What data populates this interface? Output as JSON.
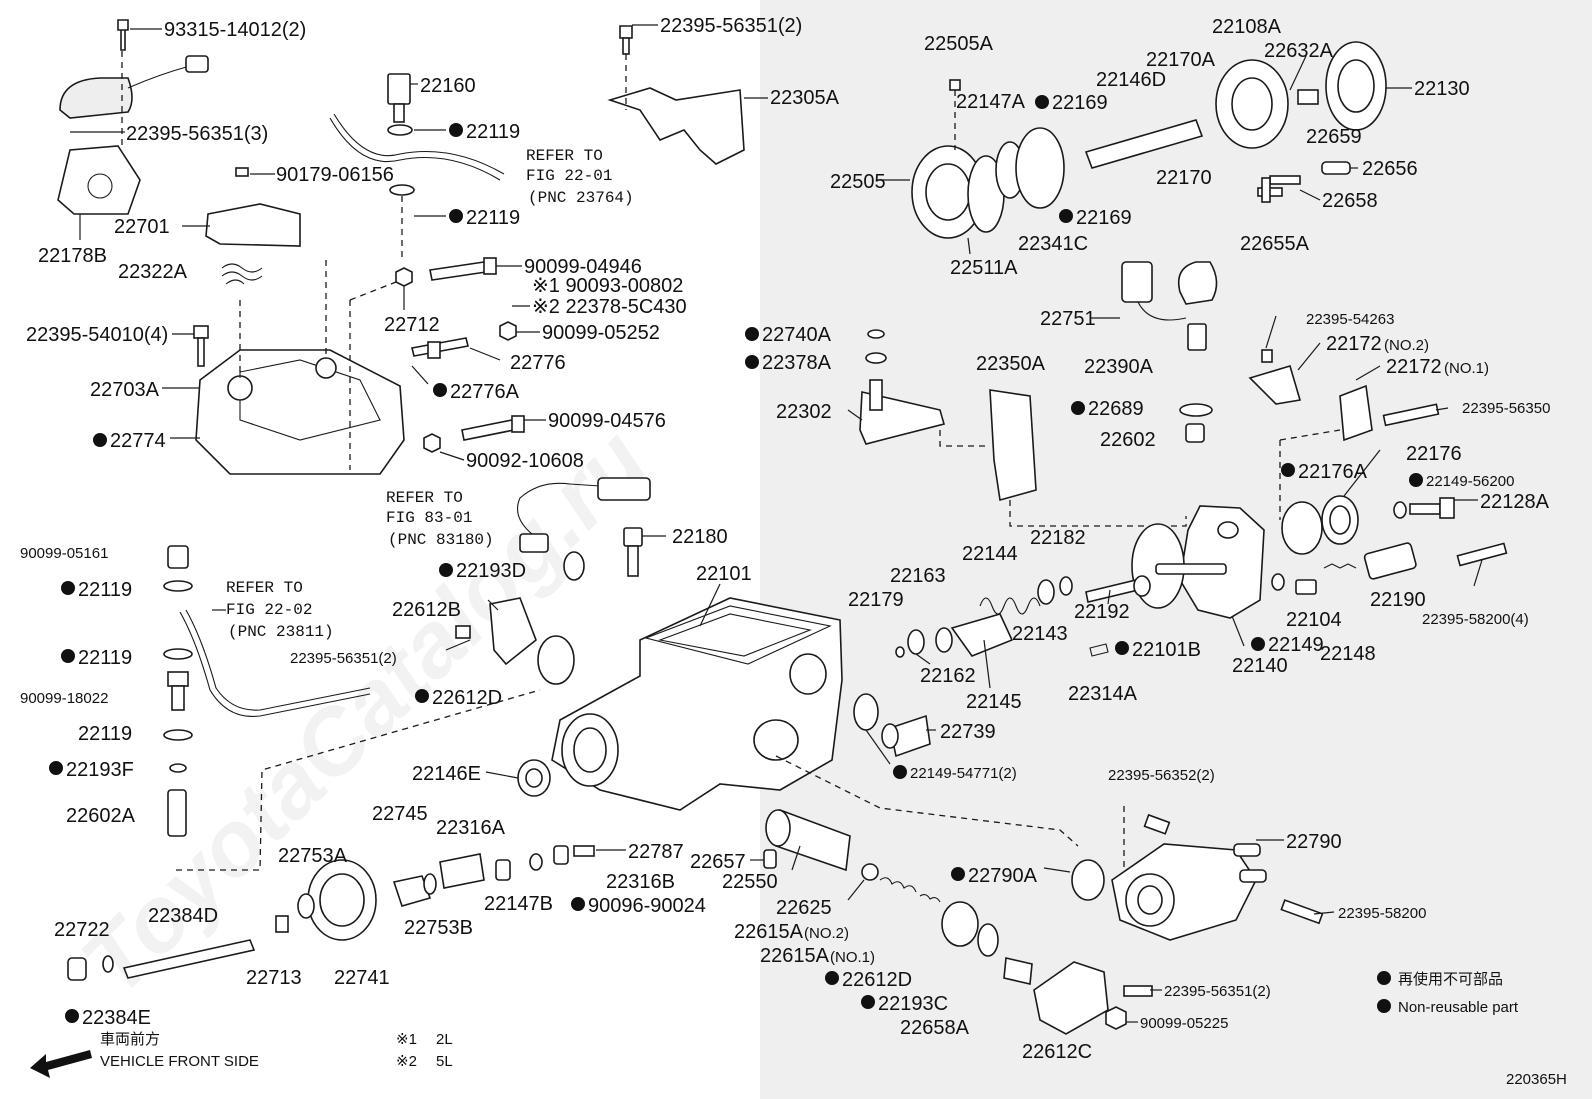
{
  "diagram_code": "220365H",
  "watermark": "ToyotaCatalog.ru",
  "legend": {
    "non_reusable_jp": "再使用不可部品",
    "non_reusable_en": "Non-reusable part"
  },
  "direction": {
    "jp": "車両前方",
    "en": "VEHICLE FRONT SIDE"
  },
  "notes": [
    {
      "mark": "※1",
      "text": "2L"
    },
    {
      "mark": "※2",
      "text": "5L"
    }
  ],
  "references": [
    {
      "line1": "REFER TO",
      "line2": "FIG 22-01",
      "line3": "(PNC 23764)"
    },
    {
      "line1": "REFER TO",
      "line2": "FIG 83-01",
      "line3": "(PNC 83180)"
    },
    {
      "line1": "REFER TO",
      "line2": "FIG 22-02",
      "line3": "(PNC 23811)"
    }
  ],
  "parts": [
    {
      "id": "p1",
      "text": "93315-14012(2)",
      "dot": false
    },
    {
      "id": "p2",
      "text": "22395-56351(3)",
      "dot": false
    },
    {
      "id": "p3",
      "text": "90179-06156",
      "dot": false
    },
    {
      "id": "p4",
      "text": "22701",
      "dot": false
    },
    {
      "id": "p5",
      "text": "22178B",
      "dot": false
    },
    {
      "id": "p6",
      "text": "22322A",
      "dot": false
    },
    {
      "id": "p7",
      "text": "22160",
      "dot": false
    },
    {
      "id": "p8",
      "text": "22119",
      "dot": true
    },
    {
      "id": "p9",
      "text": "22119",
      "dot": true
    },
    {
      "id": "p10",
      "text": "90099-04946",
      "dot": false
    },
    {
      "id": "p11",
      "text": "22712",
      "dot": false
    },
    {
      "id": "p12",
      "text": "※1 90093-00802",
      "dot": false
    },
    {
      "id": "p13",
      "text": "※2 22378-5C430",
      "dot": false
    },
    {
      "id": "p14",
      "text": "90099-05252",
      "dot": false
    },
    {
      "id": "p15",
      "text": "22776",
      "dot": false
    },
    {
      "id": "p16",
      "text": "22776A",
      "dot": true
    },
    {
      "id": "p17",
      "text": "22395-54010(4)",
      "dot": false
    },
    {
      "id": "p18",
      "text": "22703A",
      "dot": false
    },
    {
      "id": "p19",
      "text": "22774",
      "dot": true
    },
    {
      "id": "p20",
      "text": "90099-04576",
      "dot": false
    },
    {
      "id": "p21",
      "text": "90092-10608",
      "dot": false
    },
    {
      "id": "p22",
      "text": "22395-56351(2)",
      "dot": false
    },
    {
      "id": "p23",
      "text": "22305A",
      "dot": false
    },
    {
      "id": "p24",
      "text": "22505A",
      "dot": false
    },
    {
      "id": "p25",
      "text": "22147A",
      "dot": false
    },
    {
      "id": "p26",
      "text": "22169",
      "dot": true
    },
    {
      "id": "p27",
      "text": "22146D",
      "dot": false
    },
    {
      "id": "p28",
      "text": "22170A",
      "dot": false
    },
    {
      "id": "p29",
      "text": "22108A",
      "dot": false
    },
    {
      "id": "p30",
      "text": "22632A",
      "dot": false
    },
    {
      "id": "p31",
      "text": "22130",
      "dot": false
    },
    {
      "id": "p32",
      "text": "22659",
      "dot": false
    },
    {
      "id": "p33",
      "text": "22505",
      "dot": false
    },
    {
      "id": "p34",
      "text": "22170",
      "dot": false
    },
    {
      "id": "p35",
      "text": "22656",
      "dot": false
    },
    {
      "id": "p36",
      "text": "22658",
      "dot": false
    },
    {
      "id": "p37",
      "text": "22169",
      "dot": true
    },
    {
      "id": "p38",
      "text": "22341C",
      "dot": false
    },
    {
      "id": "p39",
      "text": "22511A",
      "dot": false
    },
    {
      "id": "p40",
      "text": "22655A",
      "dot": false
    },
    {
      "id": "p41",
      "text": "22751",
      "dot": false
    },
    {
      "id": "p42",
      "text": "22395-54263",
      "dot": false
    },
    {
      "id": "p43",
      "text": "22172",
      "sub": "(NO.2)",
      "dot": false
    },
    {
      "id": "p44",
      "text": "22172",
      "sub": "(NO.1)",
      "dot": false
    },
    {
      "id": "p45",
      "text": "22740A",
      "dot": true
    },
    {
      "id": "p46",
      "text": "22378A",
      "dot": true
    },
    {
      "id": "p47",
      "text": "22350A",
      "dot": false
    },
    {
      "id": "p48",
      "text": "22390A",
      "dot": false
    },
    {
      "id": "p49",
      "text": "22689",
      "dot": true
    },
    {
      "id": "p50",
      "text": "22302",
      "dot": false
    },
    {
      "id": "p51",
      "text": "22602",
      "dot": false
    },
    {
      "id": "p52",
      "text": "22395-56350",
      "dot": false
    },
    {
      "id": "p53",
      "text": "22176",
      "dot": false
    },
    {
      "id": "p54",
      "text": "22176A",
      "dot": true
    },
    {
      "id": "p55",
      "text": "22149-56200",
      "dot": true
    },
    {
      "id": "p56",
      "text": "22128A",
      "dot": false
    },
    {
      "id": "p57",
      "text": "22180",
      "dot": false
    },
    {
      "id": "p58",
      "text": "22193D",
      "dot": true
    },
    {
      "id": "p59",
      "text": "22101",
      "dot": false
    },
    {
      "id": "p60",
      "text": "22144",
      "dot": false
    },
    {
      "id": "p61",
      "text": "22182",
      "dot": false
    },
    {
      "id": "p62",
      "text": "22163",
      "dot": false
    },
    {
      "id": "p63",
      "text": "22179",
      "dot": false
    },
    {
      "id": "p64",
      "text": "22192",
      "dot": false
    },
    {
      "id": "p65",
      "text": "22143",
      "dot": false
    },
    {
      "id": "p66",
      "text": "22101B",
      "dot": true
    },
    {
      "id": "p67",
      "text": "22162",
      "dot": false
    },
    {
      "id": "p68",
      "text": "22145",
      "dot": false
    },
    {
      "id": "p69",
      "text": "22314A",
      "dot": false
    },
    {
      "id": "p70",
      "text": "22140",
      "dot": false
    },
    {
      "id": "p71",
      "text": "22149",
      "dot": true
    },
    {
      "id": "p72",
      "text": "22104",
      "dot": false
    },
    {
      "id": "p73",
      "text": "22148",
      "dot": false
    },
    {
      "id": "p74",
      "text": "22190",
      "dot": false
    },
    {
      "id": "p75",
      "text": "22395-58200(4)",
      "dot": false
    },
    {
      "id": "p76",
      "text": "90099-05161",
      "dot": false
    },
    {
      "id": "p77",
      "text": "22119",
      "dot": true
    },
    {
      "id": "p78",
      "text": "22119",
      "dot": true
    },
    {
      "id": "p79",
      "text": "90099-18022",
      "dot": false
    },
    {
      "id": "p80",
      "text": "22119",
      "dot": false
    },
    {
      "id": "p81",
      "text": "22193F",
      "dot": true
    },
    {
      "id": "p82",
      "text": "22602A",
      "dot": false
    },
    {
      "id": "p83",
      "text": "22612B",
      "dot": false
    },
    {
      "id": "p84",
      "text": "22395-56351(2)",
      "dot": false
    },
    {
      "id": "p85",
      "text": "22612D",
      "dot": true
    },
    {
      "id": "p86",
      "text": "22739",
      "dot": false
    },
    {
      "id": "p87",
      "text": "22149-54771(2)",
      "dot": true
    },
    {
      "id": "p88",
      "text": "22146E",
      "dot": false
    },
    {
      "id": "p89",
      "text": "22395-56352(2)",
      "dot": false
    },
    {
      "id": "p90",
      "text": "22790",
      "dot": false
    },
    {
      "id": "p91",
      "text": "22745",
      "dot": false
    },
    {
      "id": "p92",
      "text": "22316A",
      "dot": false
    },
    {
      "id": "p93",
      "text": "22787",
      "dot": false
    },
    {
      "id": "p94",
      "text": "22753A",
      "dot": false
    },
    {
      "id": "p95",
      "text": "22316B",
      "dot": false
    },
    {
      "id": "p96",
      "text": "22657",
      "dot": false
    },
    {
      "id": "p97",
      "text": "22550",
      "dot": false
    },
    {
      "id": "p98",
      "text": "22625",
      "dot": false
    },
    {
      "id": "p99",
      "text": "22790A",
      "dot": true
    },
    {
      "id": "p100",
      "text": "22147B",
      "dot": false
    },
    {
      "id": "p101",
      "text": "90096-90024",
      "dot": true
    },
    {
      "id": "p102",
      "text": "22753B",
      "dot": false
    },
    {
      "id": "p103",
      "text": "22615A",
      "sub": "(NO.2)",
      "dot": false
    },
    {
      "id": "p104",
      "text": "22615A",
      "sub": "(NO.1)",
      "dot": false
    },
    {
      "id": "p105",
      "text": "22395-58200",
      "dot": false
    },
    {
      "id": "p106",
      "text": "22722",
      "dot": false
    },
    {
      "id": "p107",
      "text": "22384D",
      "dot": false
    },
    {
      "id": "p108",
      "text": "22713",
      "dot": false
    },
    {
      "id": "p109",
      "text": "22741",
      "dot": false
    },
    {
      "id": "p110",
      "text": "22612D",
      "dot": true
    },
    {
      "id": "p111",
      "text": "22193C",
      "dot": true
    },
    {
      "id": "p112",
      "text": "22658A",
      "dot": false
    },
    {
      "id": "p113",
      "text": "22612C",
      "dot": false
    },
    {
      "id": "p114",
      "text": "22395-56351(2)",
      "dot": false
    },
    {
      "id": "p115",
      "text": "90099-05225",
      "dot": false
    },
    {
      "id": "p116",
      "text": "22384E",
      "dot": true
    }
  ]
}
